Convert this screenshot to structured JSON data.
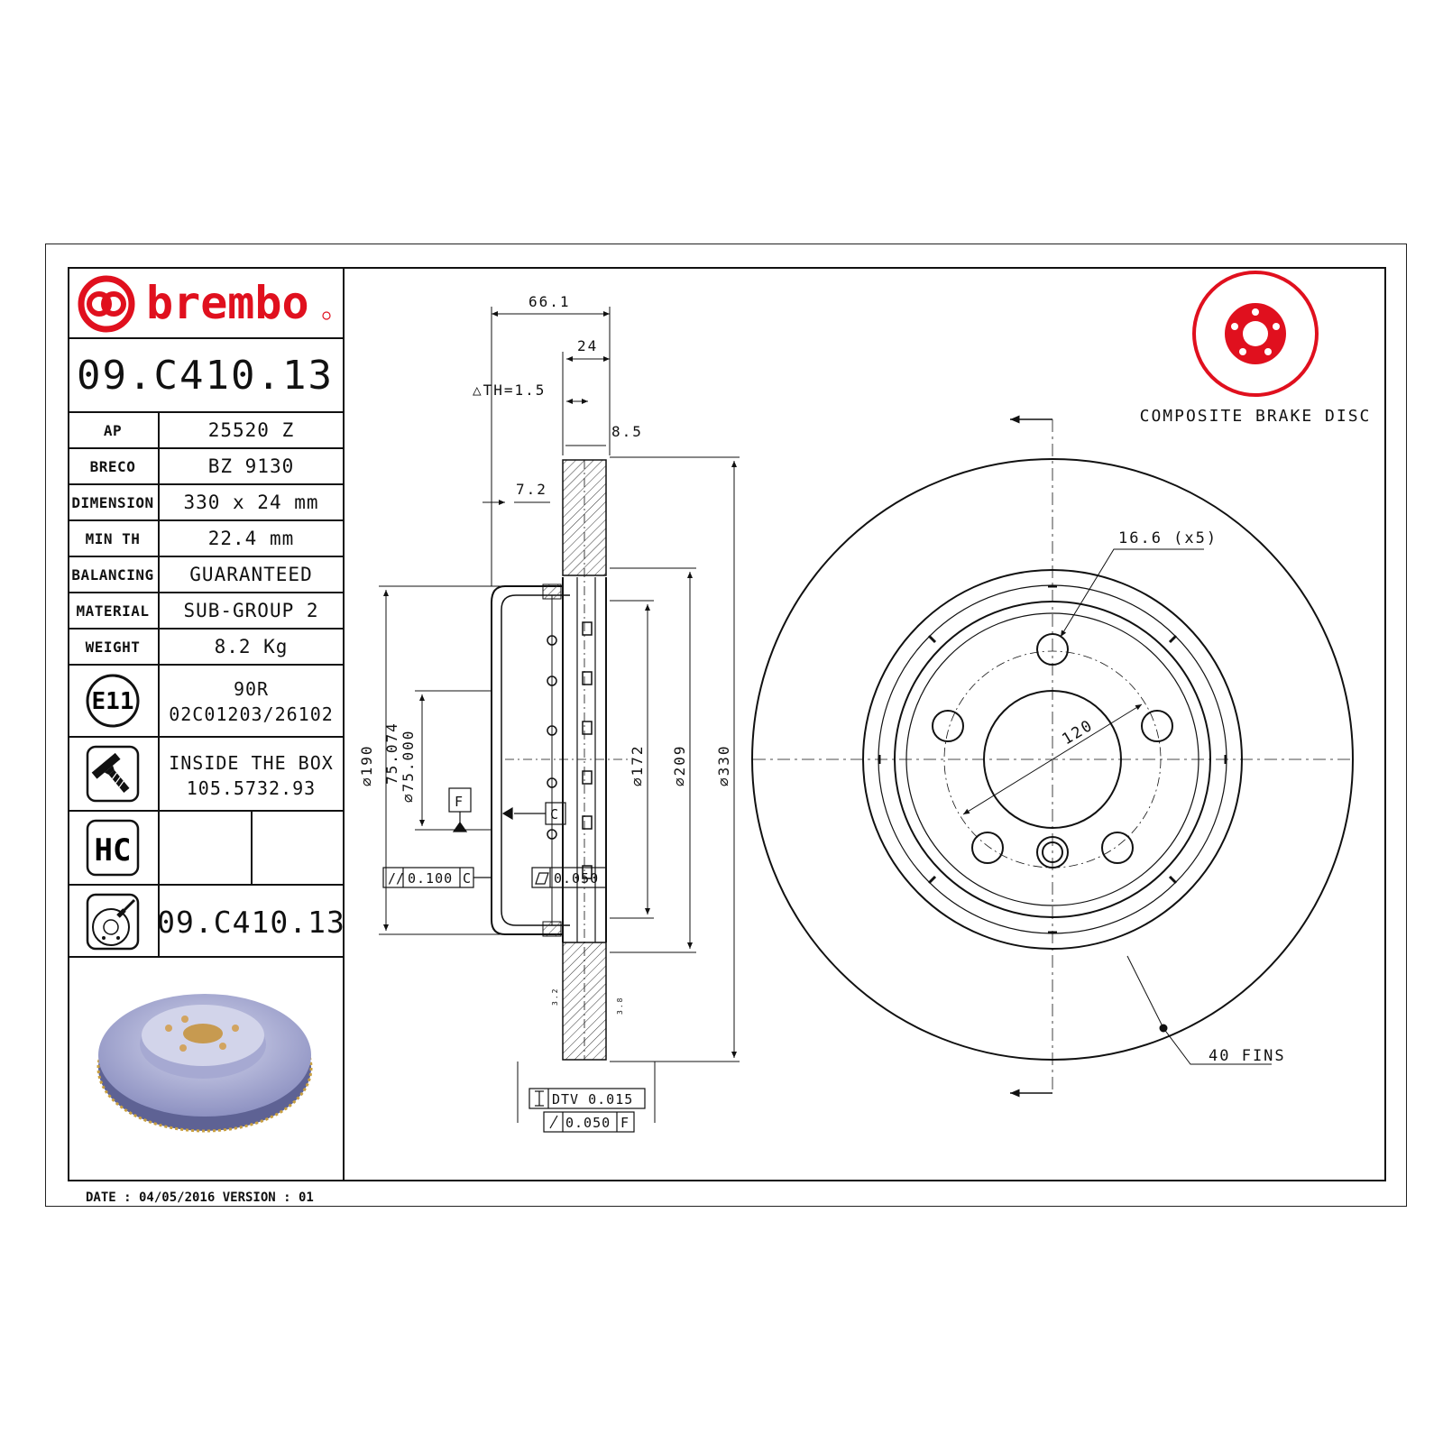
{
  "brand": {
    "name": "brembo",
    "color": "#e0101e"
  },
  "part_number": "09.C410.13",
  "specs": [
    {
      "label": "AP",
      "value": "25520 Z"
    },
    {
      "label": "BRECO",
      "value": "BZ 9130"
    },
    {
      "label": "DIMENSION",
      "value": "330 x 24 mm"
    },
    {
      "label": "MIN TH",
      "value": "22.4 mm"
    },
    {
      "label": "BALANCING",
      "value": "GUARANTEED"
    },
    {
      "label": "MATERIAL",
      "value": "SUB-GROUP 2"
    },
    {
      "label": "WEIGHT",
      "value": "8.2 Kg"
    }
  ],
  "approval": {
    "mark": "E11",
    "line1": "90R",
    "line2": "02C01203/26102"
  },
  "inside_box": {
    "line1": "INSIDE THE BOX",
    "line2": "105.5732.93",
    "icon": "screw-icon"
  },
  "hc_mark": "HC",
  "disc_part_number": "09.C410.13",
  "footer": "DATE : 04/05/2016 VERSION : 01",
  "drawing": {
    "badge_label": "COMPOSITE BRAKE DISC",
    "dims": {
      "overall_offset": "66.1",
      "thickness": "24",
      "th": "△TH=1.5",
      "friction_ring": "8.5",
      "hat_wall": "7.2",
      "d190": "⌀190",
      "d75074": "75.074",
      "d75000": "⌀75.000",
      "d172": "⌀172",
      "d209": "⌀209",
      "d330": "⌀330",
      "bolt_hole": "16.6 (x5)",
      "pcd": "120",
      "fins": "40 FINS",
      "datum_f": "F",
      "datum_c": "C",
      "tol_parallel": "0.100",
      "tol_parallel_ref": "C",
      "tol_flat": "0.050",
      "dtv": "DTV 0.015",
      "runout": "0.050",
      "runout_ref": "F",
      "small_left": "3.2",
      "small_right": "3.8"
    }
  }
}
